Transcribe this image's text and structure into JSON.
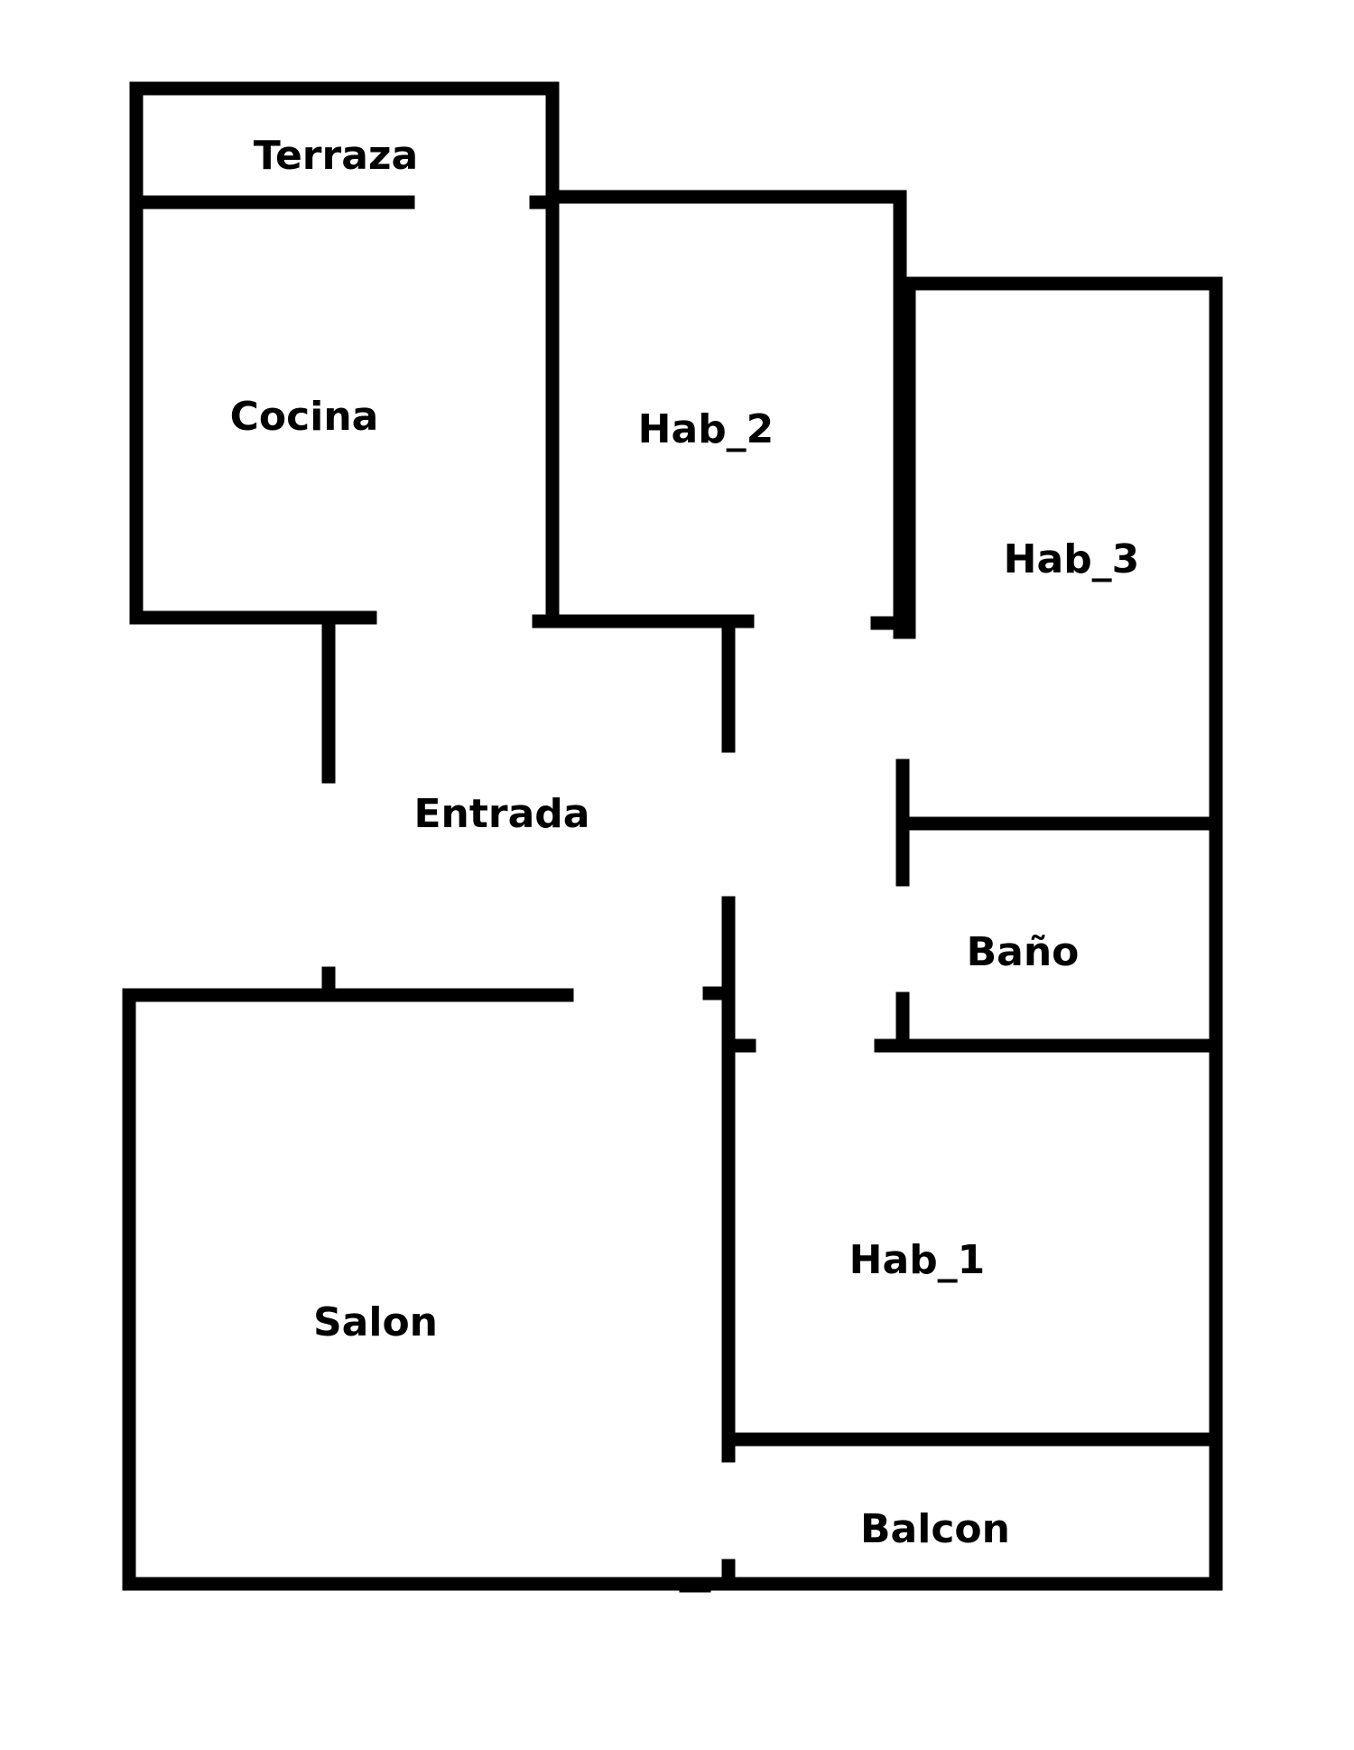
{
  "colors": {
    "wall": "#000000",
    "background": "#ffffff",
    "label": "#000000"
  },
  "rooms": [
    {
      "id": "terraza",
      "label": "Terraza"
    },
    {
      "id": "cocina",
      "label": "Cocina"
    },
    {
      "id": "hab-2",
      "label": "Hab_2"
    },
    {
      "id": "hab-3",
      "label": "Hab_3"
    },
    {
      "id": "entrada",
      "label": "Entrada"
    },
    {
      "id": "bano",
      "label": "Baño"
    },
    {
      "id": "hab-1",
      "label": "Hab_1"
    },
    {
      "id": "salon",
      "label": "Salon"
    },
    {
      "id": "balcon",
      "label": "Balcon"
    }
  ]
}
